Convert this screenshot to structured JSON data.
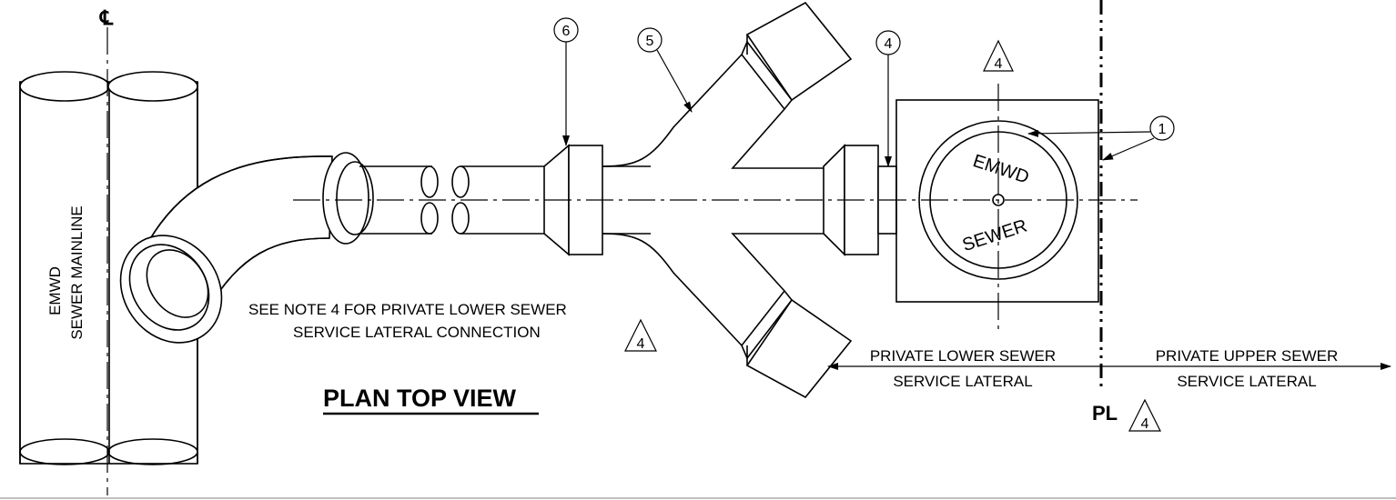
{
  "mainline": {
    "label_line1": "EMWD",
    "label_line2": "SEWER MAINLINE",
    "centerline_mark": "℄"
  },
  "callouts": [
    "1",
    "4",
    "5",
    "6"
  ],
  "revision_mark": "4",
  "manhole_cover": {
    "top_text": "EMWD",
    "bottom_text": "SEWER"
  },
  "note": {
    "line1": "SEE NOTE 4 FOR PRIVATE LOWER SEWER",
    "line2": "SERVICE LATERAL CONNECTION"
  },
  "zones": {
    "lower_line1": "PRIVATE LOWER SEWER",
    "lower_line2": "SERVICE LATERAL",
    "upper_line1": "PRIVATE UPPER SEWER",
    "upper_line2": "SERVICE LATERAL"
  },
  "property_line_mark": "PL",
  "view_title": "PLAN TOP VIEW"
}
